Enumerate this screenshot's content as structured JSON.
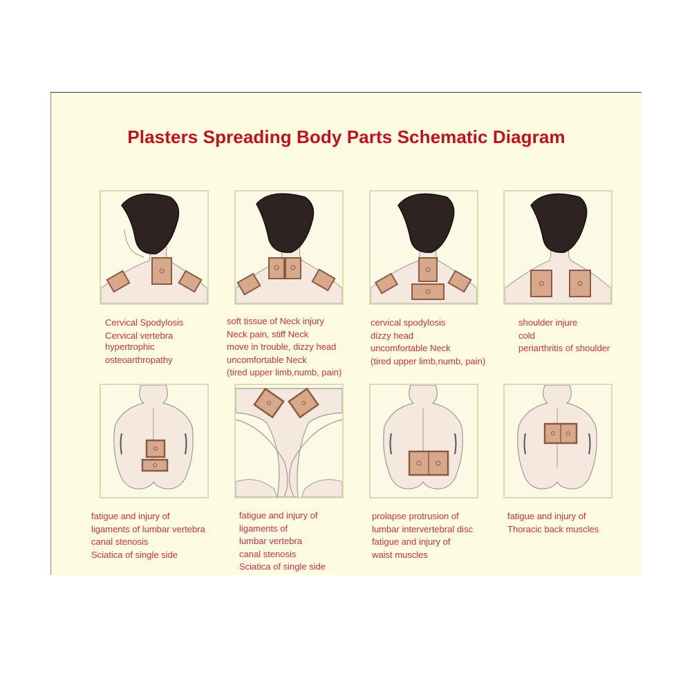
{
  "title": "Plasters Spreading Body Parts Schematic Diagram",
  "colors": {
    "title": "#c0111d",
    "caption": "#c8313d",
    "background": "#fdfbe1",
    "panel_border": "#d9dcb0",
    "skin": "#f5e9df",
    "hair": "#2e2320",
    "plaster": "#d8a88a",
    "plaster_border": "#8b5a44"
  },
  "panels": [
    {
      "id": "cervical-spondylosis",
      "figure": "head-neck-back",
      "plasters": "one on nape of neck, one on each shoulder",
      "caption": [
        "Cervical Spodylosis",
        "Cervical vertebra",
        "hypertrophic",
        "osteoarthropathy"
      ]
    },
    {
      "id": "neck-soft-tissue",
      "figure": "head-neck-back",
      "plasters": "two side by side on neck, one on each shoulder",
      "caption": [
        "soft tissue of Neck injury",
        "Neck pain, stiff Neck",
        "move in trouble, dizzy head",
        "uncomfortable Neck",
        "(tired upper limb,numb, pain)"
      ]
    },
    {
      "id": "cervical-dizzy",
      "figure": "head-neck-back",
      "plasters": "one on neck, one horizontal below it, one on each shoulder",
      "caption": [
        "cervical spodylosis",
        "dizzy head",
        "uncomfortable Neck",
        "(tired upper limb,numb, pain)"
      ]
    },
    {
      "id": "shoulder",
      "figure": "head-neck-back",
      "plasters": "two on upper back shoulder blades",
      "caption": [
        "shoulder injure",
        "cold",
        "periarthritis of shoulder"
      ]
    },
    {
      "id": "lumbar-single",
      "figure": "lower-back",
      "plasters": "two stacked vertically on lower back",
      "caption": [
        "fatigue and injury of",
        "ligaments of lumbar vertebra",
        "canal stenosis",
        "Sciatica of single side"
      ]
    },
    {
      "id": "knees",
      "figure": "crossed-legs",
      "plasters": "one on each knee",
      "caption": [
        "fatigue and injury of",
        "ligaments of",
        "lumbar vertebra",
        "canal stenosis",
        "Sciatica of single side"
      ]
    },
    {
      "id": "lumbar-disc",
      "figure": "lower-back",
      "plasters": "double plaster across lower back",
      "caption": [
        "prolapse protrusion of",
        "lumbar intervertebral disc",
        "fatigue and injury of",
        "waist muscles"
      ]
    },
    {
      "id": "thoracic",
      "figure": "lower-back",
      "plasters": "double plaster across mid back",
      "caption": [
        "fatigue and injury of",
        "Thoracic back muscles"
      ]
    }
  ]
}
